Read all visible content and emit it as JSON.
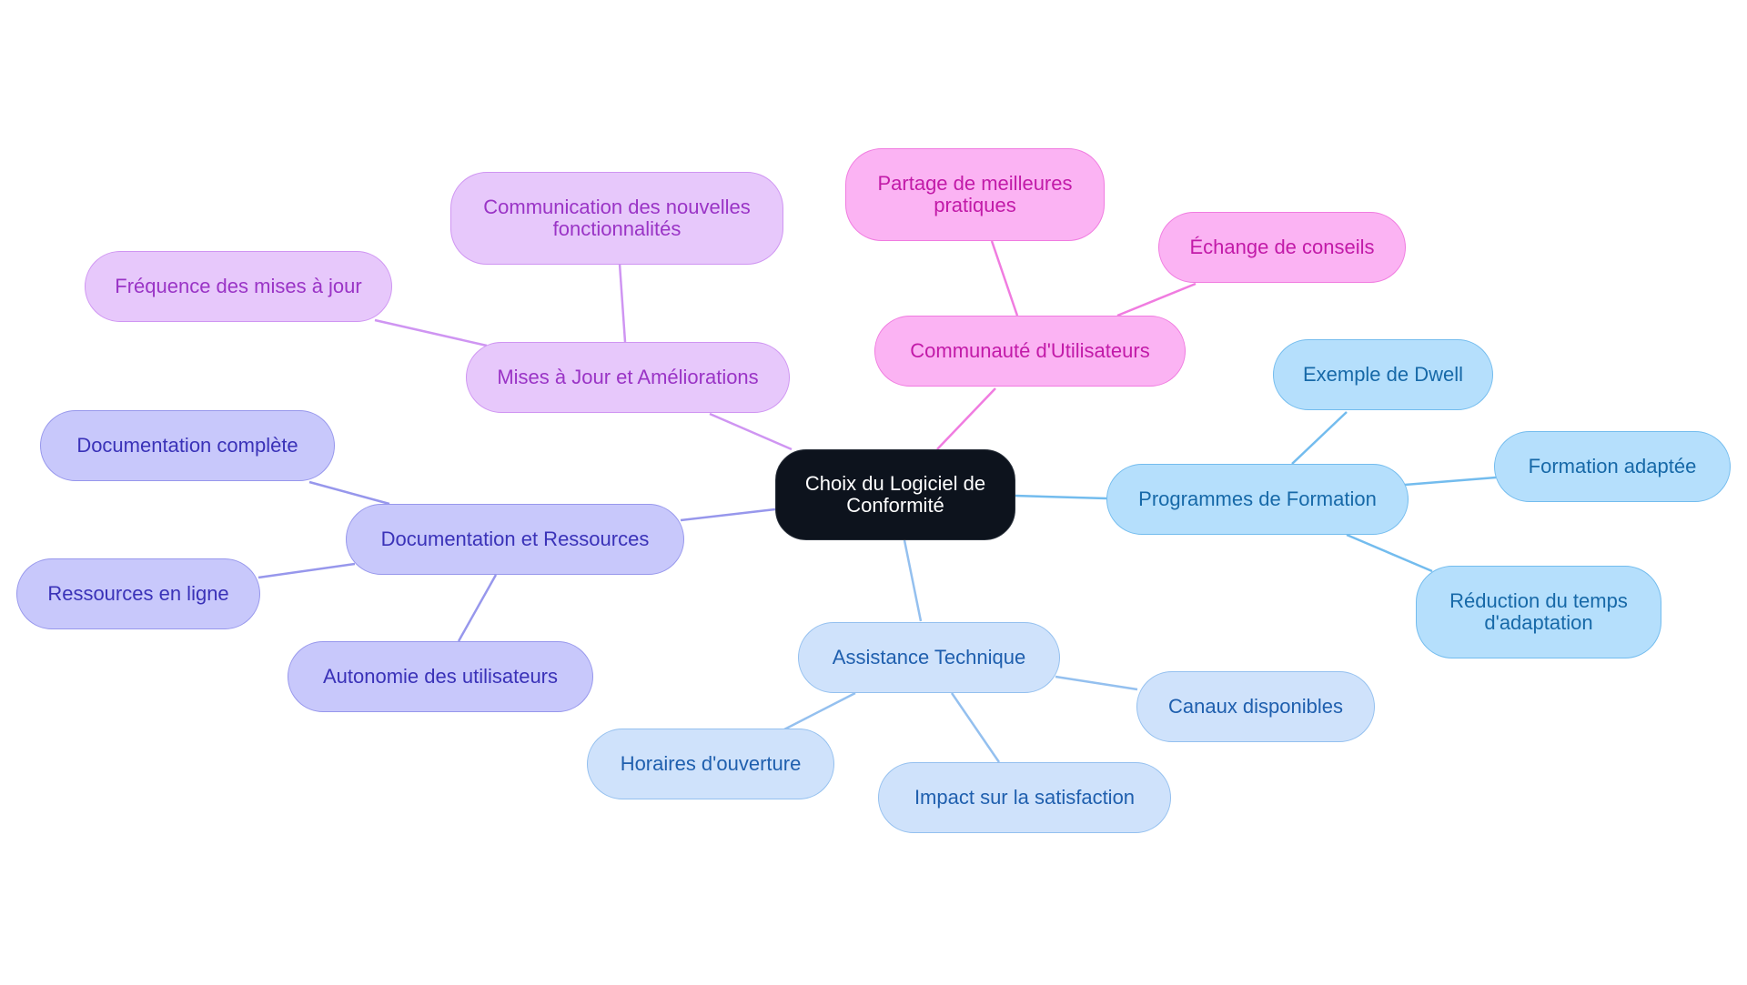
{
  "root": {
    "label": "Choix du Logiciel de Conformité"
  },
  "colors": {
    "purple": "#e7c8fb",
    "pink": "#fbb3f3",
    "sky": "#b5dffc",
    "light_blue": "#cfe2fb",
    "indigo": "#c8c8fb",
    "root": "#0d131d"
  },
  "branches": {
    "mises": {
      "label": "Mises à Jour et Améliorations",
      "children": [
        "Communication des nouvelles fonctionnalités",
        "Fréquence des mises à jour"
      ]
    },
    "communaute": {
      "label": "Communauté d'Utilisateurs",
      "children": [
        "Partage de meilleures pratiques",
        "Échange de conseils"
      ]
    },
    "formation": {
      "label": "Programmes de Formation",
      "children": [
        "Exemple de Dwell",
        "Formation adaptée",
        "Réduction du temps d'adaptation"
      ]
    },
    "assistance": {
      "label": "Assistance Technique",
      "children": [
        "Canaux disponibles",
        "Impact sur la satisfaction",
        "Horaires d'ouverture"
      ]
    },
    "documentation": {
      "label": "Documentation et Ressources",
      "children": [
        "Documentation complète",
        "Ressources en ligne",
        "Autonomie des utilisateurs"
      ]
    }
  }
}
